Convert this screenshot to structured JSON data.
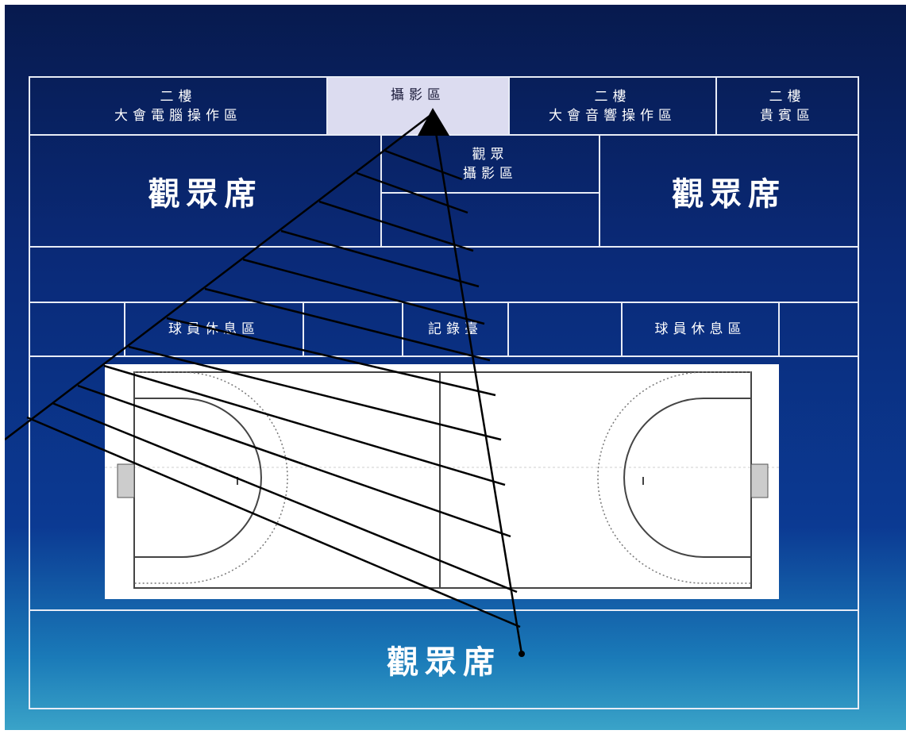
{
  "cells": {
    "top_left": {
      "line1": "二樓",
      "line2": "大會電腦操作區"
    },
    "camera": {
      "label": "攝影區"
    },
    "top_mid": {
      "line1": "二樓",
      "line2": "大會音響操作區"
    },
    "top_right": {
      "line1": "二樓",
      "line2": "貴賓區"
    },
    "audience_left": {
      "label": "觀眾席"
    },
    "audience_camera": {
      "line1": "觀眾",
      "line2": "攝影區"
    },
    "audience_right": {
      "label": "觀眾席"
    },
    "bench_left": {
      "label": "球員休息區"
    },
    "table": {
      "label": "記錄臺"
    },
    "bench_right": {
      "label": "球員休息區"
    },
    "audience_bottom": {
      "label": "觀眾席"
    }
  },
  "colors": {
    "background_top": "#071a4e",
    "background_bottom": "#3aa3c8",
    "lines": "#e8ecf6",
    "camera_zone": "#dcdcf0",
    "court": "#ffffff"
  }
}
